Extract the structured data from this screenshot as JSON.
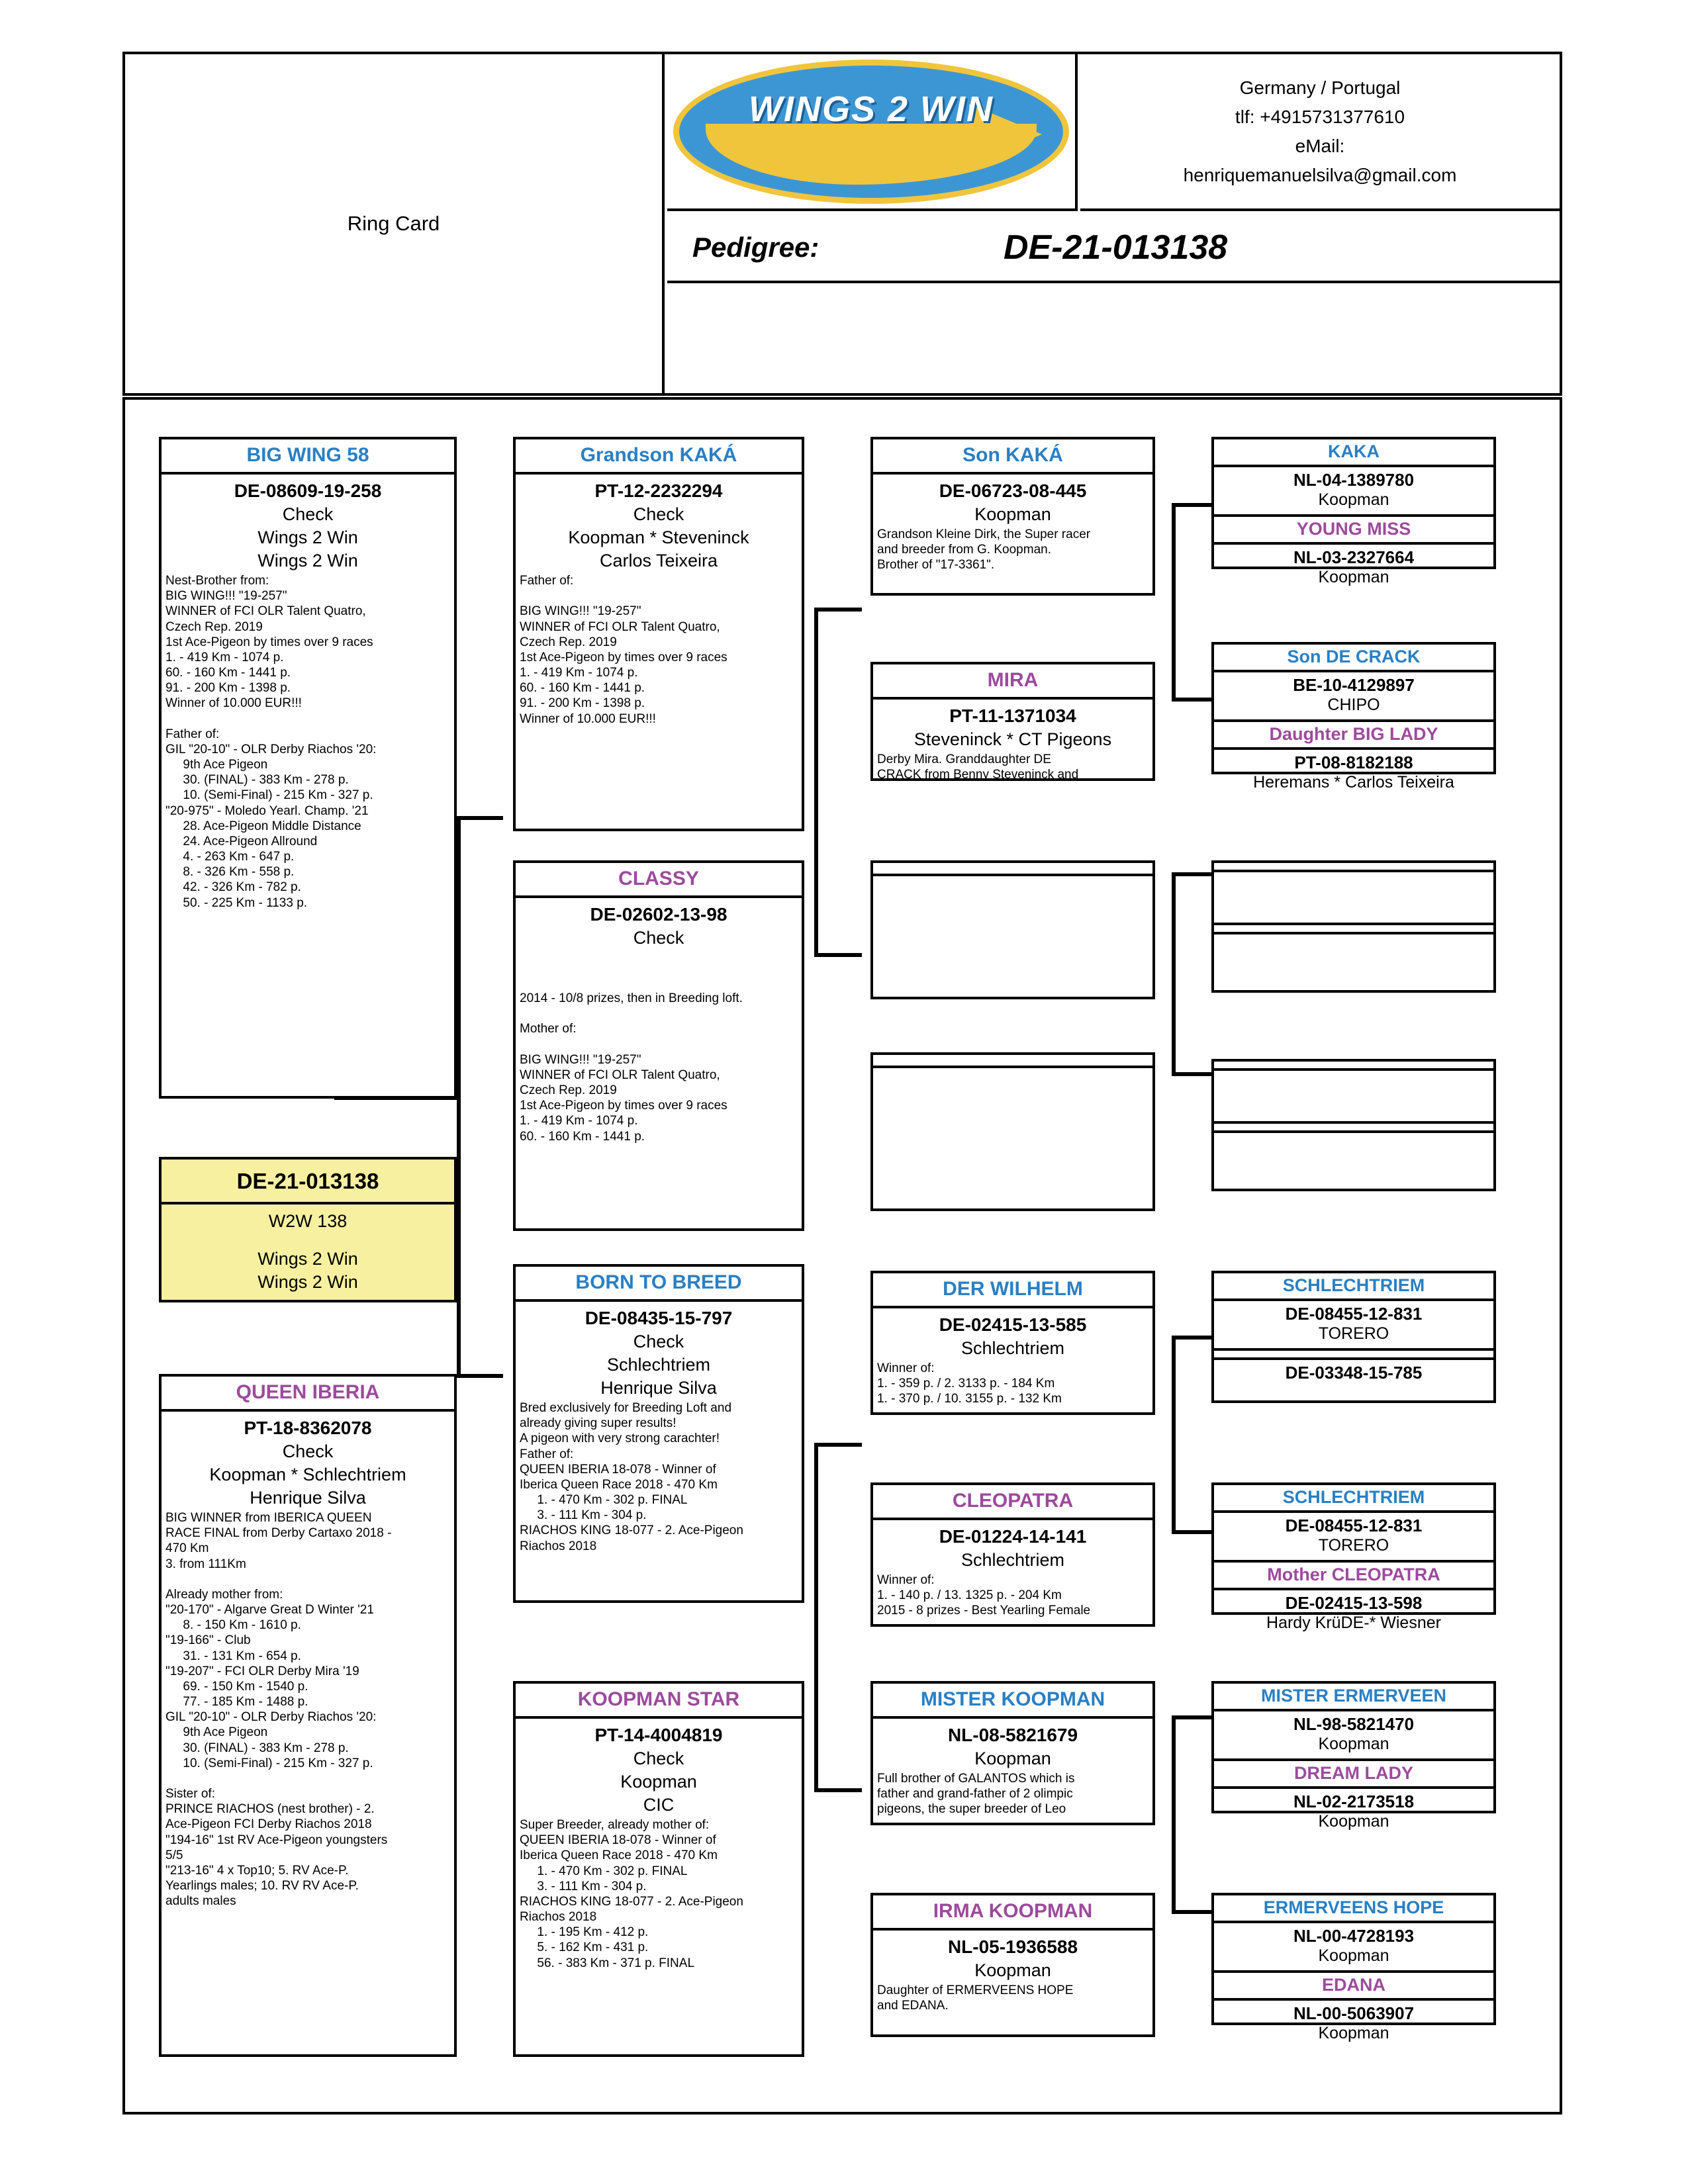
{
  "header": {
    "ring_card_label": "Ring Card",
    "logo_text": "WINGS 2 WIN",
    "country": "Germany / Portugal",
    "phone": "tlf: +4915731377610",
    "email_label": "eMail:",
    "email": "henriquemanuelsilva@gmail.com",
    "pedigree_label": "Pedigree:",
    "pedigree_id": "DE-21-013138"
  },
  "subject": {
    "ring": "DE-21-013138",
    "name": "W2W 138",
    "breeder1": "Wings 2 Win",
    "breeder2": "Wings 2 Win"
  },
  "sire": {
    "name": "BIG WING 58",
    "ring": "DE-08609-19-258",
    "color": "Check",
    "breeder1": "Wings 2 Win",
    "breeder2": "Wings 2 Win",
    "desc": "Nest-Brother from:\nBIG WING!!! \"19-257\"\nWINNER of FCI OLR Talent Quatro,\nCzech Rep. 2019\n1st Ace-Pigeon by times over 9 races\n1. - 419 Km - 1074 p.\n60. - 160 Km - 1441 p.\n91. - 200 Km - 1398 p.\nWinner of 10.000 EUR!!!\n\nFather of:\nGIL \"20-10\" - OLR Derby Riachos '20:\n     9th Ace Pigeon\n     30. (FINAL) - 383 Km - 278 p.\n     10. (Semi-Final) - 215 Km - 327 p.\n\"20-975\" - Moledo Yearl. Champ. '21\n     28. Ace-Pigeon Middle Distance\n     24. Ace-Pigeon Allround\n     4. - 263 Km - 647 p.\n     8. - 326 Km - 558 p.\n     42. - 326 Km - 782 p.\n     50. - 225 Km - 1133 p."
  },
  "dam": {
    "name": "QUEEN IBERIA",
    "ring": "PT-18-8362078",
    "color": "Check",
    "breeder1": "Koopman * Schlechtriem",
    "breeder2": "Henrique Silva",
    "desc": "BIG WINNER from IBERICA QUEEN\nRACE FINAL from Derby Cartaxo 2018 -\n470 Km\n3. from 111Km\n\nAlready mother from:\n\"20-170\" - Algarve Great D Winter '21\n     8. - 150 Km - 1610 p.\n\"19-166\" - Club\n     31. - 131 Km - 654 p.\n\"19-207\" - FCI OLR Derby Mira '19\n     69. - 150 Km - 1540 p.\n     77. - 185 Km - 1488 p.\nGIL \"20-10\" - OLR Derby Riachos '20:\n     9th Ace Pigeon\n     30. (FINAL) - 383 Km - 278 p.\n     10. (Semi-Final) - 215 Km - 327 p.\n\nSister of:\nPRINCE RIACHOS (nest brother) - 2.\nAce-Pigeon FCI Derby Riachos 2018\n\"194-16\" 1st RV Ace-Pigeon youngsters\n5/5\n\"213-16\" 4 x Top10; 5. RV Ace-P.\nYearlings males; 10. RV RV Ace-P.\nadults males"
  },
  "gen2": {
    "ss": {
      "name": "Grandson KAKÁ",
      "ring": "PT-12-2232294",
      "color": "Check",
      "breeder1": "Koopman * Steveninck",
      "breeder2": "Carlos Teixeira",
      "desc": "Father of:\n\nBIG WING!!! \"19-257\"\nWINNER of FCI OLR Talent Quatro,\nCzech Rep. 2019\n1st Ace-Pigeon by times over 9 races\n1. - 419 Km - 1074 p.\n60. - 160 Km - 1441 p.\n91. - 200 Km - 1398 p.\nWinner of 10.000 EUR!!!"
    },
    "sd": {
      "name": "CLASSY",
      "ring": "DE-02602-13-98",
      "color": "Check",
      "breeder1": "",
      "breeder2": "",
      "desc": "2014 - 10/8 prizes, then in Breeding loft.\n\nMother of:\n\nBIG WING!!! \"19-257\"\nWINNER of FCI OLR Talent Quatro,\nCzech Rep. 2019\n1st Ace-Pigeon by times over 9 races\n1. - 419 Km - 1074 p.\n60. - 160 Km - 1441 p."
    },
    "ds": {
      "name": "BORN TO BREED",
      "ring": "DE-08435-15-797",
      "color": "Check",
      "breeder1": "Schlechtriem",
      "breeder2": "Henrique Silva",
      "desc": "Bred exclusively for Breeding Loft and\nalready giving super results!\nA pigeon with very strong carachter!\nFather of:\nQUEEN IBERIA 18-078 - Winner of\nIberica Queen Race 2018 - 470 Km\n     1. - 470 Km - 302 p. FINAL\n     3. - 111 Km - 304 p.\nRIACHOS KING 18-077 - 2. Ace-Pigeon\nRiachos 2018"
    },
    "dd": {
      "name": "KOOPMAN STAR",
      "ring": "PT-14-4004819",
      "color": "Check",
      "breeder1": "Koopman",
      "breeder2": "CIC",
      "desc": "Super Breeder, already mother of:\nQUEEN IBERIA 18-078 - Winner of\nIberica Queen Race 2018 - 470 Km\n     1. - 470 Km - 302 p. FINAL\n     3. - 111 Km - 304 p.\nRIACHOS KING 18-077 - 2. Ace-Pigeon\nRiachos 2018\n     1. - 195 Km - 412 p.\n     5. - 162 Km - 431 p.\n     56. - 383 Km - 371 p. FINAL"
    }
  },
  "gen3": {
    "sss": {
      "name": "Son KAKÁ",
      "ring": "DE-06723-08-445",
      "sub": "Koopman",
      "desc": "Grandson Kleine Dirk, the Super racer\nand breeder from G. Koopman.\nBrother of \"17-3361\"."
    },
    "ssd": {
      "name": "MIRA",
      "ring": "PT-11-1371034",
      "sub": "Steveninck * CT Pigeons",
      "desc": "Derby Mira. Granddaughter DE\nCRACK from Benny Steveninck and\nBIG LADY fem Carlos Teixeira"
    },
    "sds": {
      "name": "",
      "ring": "",
      "sub": "",
      "desc": ""
    },
    "sdd": {
      "name": "",
      "ring": "",
      "sub": "",
      "desc": ""
    },
    "dss": {
      "name": "DER WILHELM",
      "ring": "DE-02415-13-585",
      "sub": "Schlechtriem",
      "desc": "Winner of:\n1. - 359 p. / 2. 3133 p. - 184 Km\n1. - 370 p. / 10. 3155 p. - 132 Km"
    },
    "dsd": {
      "name": "CLEOPATRA",
      "ring": "DE-01224-14-141",
      "sub": "Schlechtriem",
      "desc": "Winner of:\n1. - 140 p. / 13. 1325 p. - 204 Km\n2015 - 8 prizes - Best Yearling Female"
    },
    "dds": {
      "name": "MISTER KOOPMAN",
      "ring": "NL-08-5821679",
      "sub": "Koopman",
      "desc": "Full brother of GALANTOS which is\nfather and grand-father of 2 olimpic\npigeons, the super breeder of Leo"
    },
    "ddd": {
      "name": "IRMA KOOPMAN",
      "ring": "NL-05-1936588",
      "sub": "Koopman",
      "desc": "Daughter of ERMERVEENS HOPE\nand EDANA."
    }
  },
  "gen4": [
    {
      "id": "g4-1",
      "sire_name": "KAKA",
      "sire_ring": "NL-04-1389780",
      "sire_sub": "Koopman",
      "dam_name": "YOUNG MISS",
      "dam_ring": "NL-03-2327664",
      "dam_sub": "Koopman"
    },
    {
      "id": "g4-2",
      "sire_name": "Son DE CRACK",
      "sire_ring": "BE-10-4129897",
      "sire_sub": "CHIPO",
      "dam_name": "Daughter BIG LADY",
      "dam_ring": "PT-08-8182188",
      "dam_sub": "Heremans * Carlos Teixeira"
    },
    {
      "id": "g4-3",
      "sire_name": "",
      "sire_ring": "",
      "sire_sub": "",
      "dam_name": "",
      "dam_ring": "",
      "dam_sub": ""
    },
    {
      "id": "g4-4",
      "sire_name": "",
      "sire_ring": "",
      "sire_sub": "",
      "dam_name": "",
      "dam_ring": "",
      "dam_sub": ""
    },
    {
      "id": "g4-5",
      "sire_name": "SCHLECHTRIEM",
      "sire_ring": "DE-08455-12-831",
      "sire_sub": "TORERO",
      "dam_name": "",
      "dam_ring": "DE-03348-15-785",
      "dam_sub": ""
    },
    {
      "id": "g4-6",
      "sire_name": "SCHLECHTRIEM",
      "sire_ring": "DE-08455-12-831",
      "sire_sub": "TORERO",
      "dam_name": "Mother CLEOPATRA",
      "dam_ring": "DE-02415-13-598",
      "dam_sub": "Hardy KrüDE-* Wiesner"
    },
    {
      "id": "g4-7",
      "sire_name": "MISTER ERMERVEEN",
      "sire_ring": "NL-98-5821470",
      "sire_sub": "Koopman",
      "dam_name": "DREAM LADY",
      "dam_ring": "NL-02-2173518",
      "dam_sub": "Koopman"
    },
    {
      "id": "g4-8",
      "sire_name": "ERMERVEENS HOPE",
      "sire_ring": "NL-00-4728193",
      "sire_sub": "Koopman",
      "dam_name": "EDANA",
      "dam_ring": "NL-00-5063907",
      "dam_sub": "Koopman"
    }
  ],
  "colors": {
    "male": "#2a7fc4",
    "female": "#9c4a9c",
    "highlight": "#f6f0a0"
  }
}
